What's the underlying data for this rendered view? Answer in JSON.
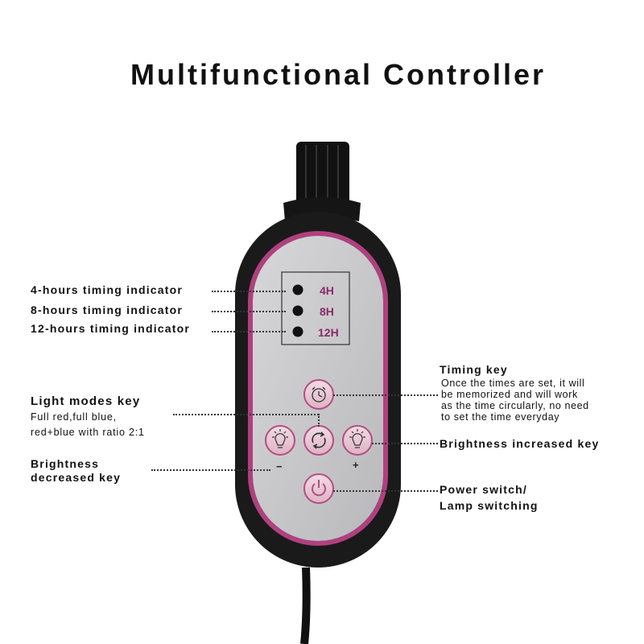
{
  "title": "Multifunctional Controller",
  "indicators": [
    {
      "label": "4-hours timing indicator",
      "tag": "4H"
    },
    {
      "label": "8-hours timing indicator",
      "tag": "8H"
    },
    {
      "label": "12-hours timing indicator",
      "tag": "12H"
    }
  ],
  "light_modes": {
    "label": "Light modes key",
    "desc_line1": "Full red,full blue,",
    "desc_line2": "red+blue with ratio 2:1"
  },
  "brightness_down": {
    "label_line1": "Brightness",
    "label_line2": "decreased key",
    "symbol": "−"
  },
  "timing_key": {
    "label": "Timing key",
    "desc_line1": "Once the times are set, it will",
    "desc_line2": "be  memorized and will work",
    "desc_line3": "as the time circularly, no need",
    "desc_line4": "to set the time everyday"
  },
  "brightness_up": {
    "label": "Brightness increased key",
    "symbol": "+"
  },
  "power": {
    "label_line1": "Power switch/",
    "label_line2": "Lamp switching"
  },
  "colors": {
    "body": "#1a1a1a",
    "rim": "#b0407e",
    "face": "#c9c9cb",
    "button": "#e9c8d4",
    "button_ring": "#b34e82",
    "indicator_text": "#8a2a6a"
  },
  "icons": {
    "timing": "alarm-clock-icon",
    "mode": "cycle-arrows-icon",
    "brightness": "lightbulb-icon",
    "power": "power-icon"
  }
}
